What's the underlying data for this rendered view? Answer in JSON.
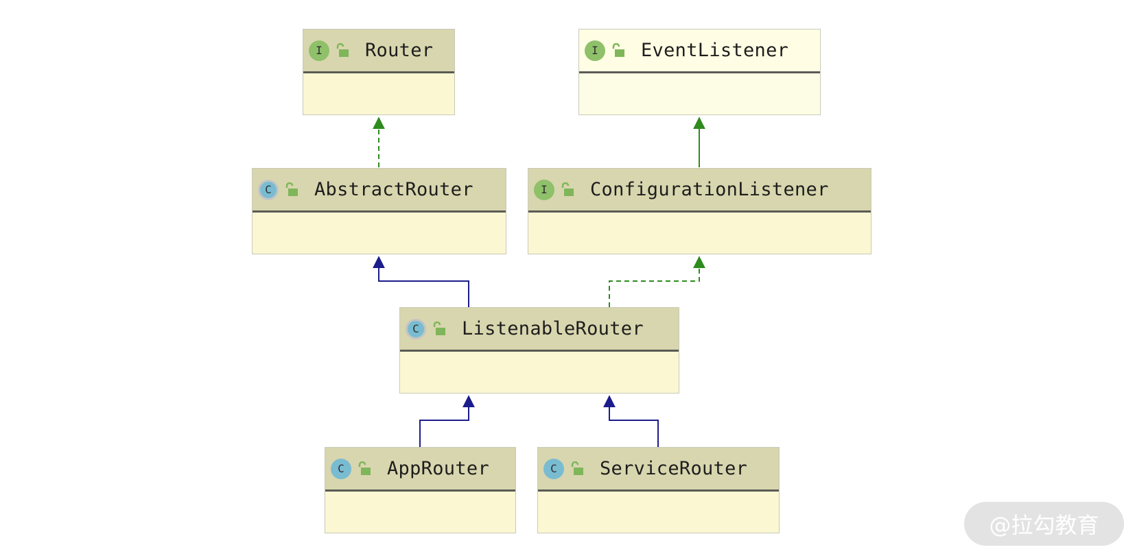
{
  "colors": {
    "implements_edge": "#2e8b1e",
    "extends_edge": "#1c1c8c",
    "header_fill": "#d8d6ae",
    "body_fill": "#faf7d2",
    "interface_icon": "#8fc06a",
    "class_icon": "#79bcd2"
  },
  "classes": {
    "router": {
      "name": "Router",
      "kind": "interface",
      "icon": "interface-icon"
    },
    "event_listener": {
      "name": "EventListener",
      "kind": "interface",
      "icon": "interface-icon"
    },
    "abstract_router": {
      "name": "AbstractRouter",
      "kind": "abstract-class",
      "icon": "abstract-class-icon"
    },
    "configuration_listener": {
      "name": "ConfigurationListener",
      "kind": "interface",
      "icon": "interface-icon"
    },
    "listenable_router": {
      "name": "ListenableRouter",
      "kind": "abstract-class",
      "icon": "abstract-class-icon"
    },
    "app_router": {
      "name": "AppRouter",
      "kind": "class",
      "icon": "class-icon"
    },
    "service_router": {
      "name": "ServiceRouter",
      "kind": "class",
      "icon": "class-icon"
    }
  },
  "icon_glyphs": {
    "interface": "I",
    "class": "C"
  },
  "relations": [
    {
      "from": "AbstractRouter",
      "to": "Router",
      "type": "implements"
    },
    {
      "from": "ConfigurationListener",
      "to": "EventListener",
      "type": "extends-interface"
    },
    {
      "from": "ListenableRouter",
      "to": "AbstractRouter",
      "type": "extends"
    },
    {
      "from": "ListenableRouter",
      "to": "ConfigurationListener",
      "type": "implements"
    },
    {
      "from": "AppRouter",
      "to": "ListenableRouter",
      "type": "extends"
    },
    {
      "from": "ServiceRouter",
      "to": "ListenableRouter",
      "type": "extends"
    }
  ],
  "watermark": {
    "text": "@拉勾教育"
  }
}
